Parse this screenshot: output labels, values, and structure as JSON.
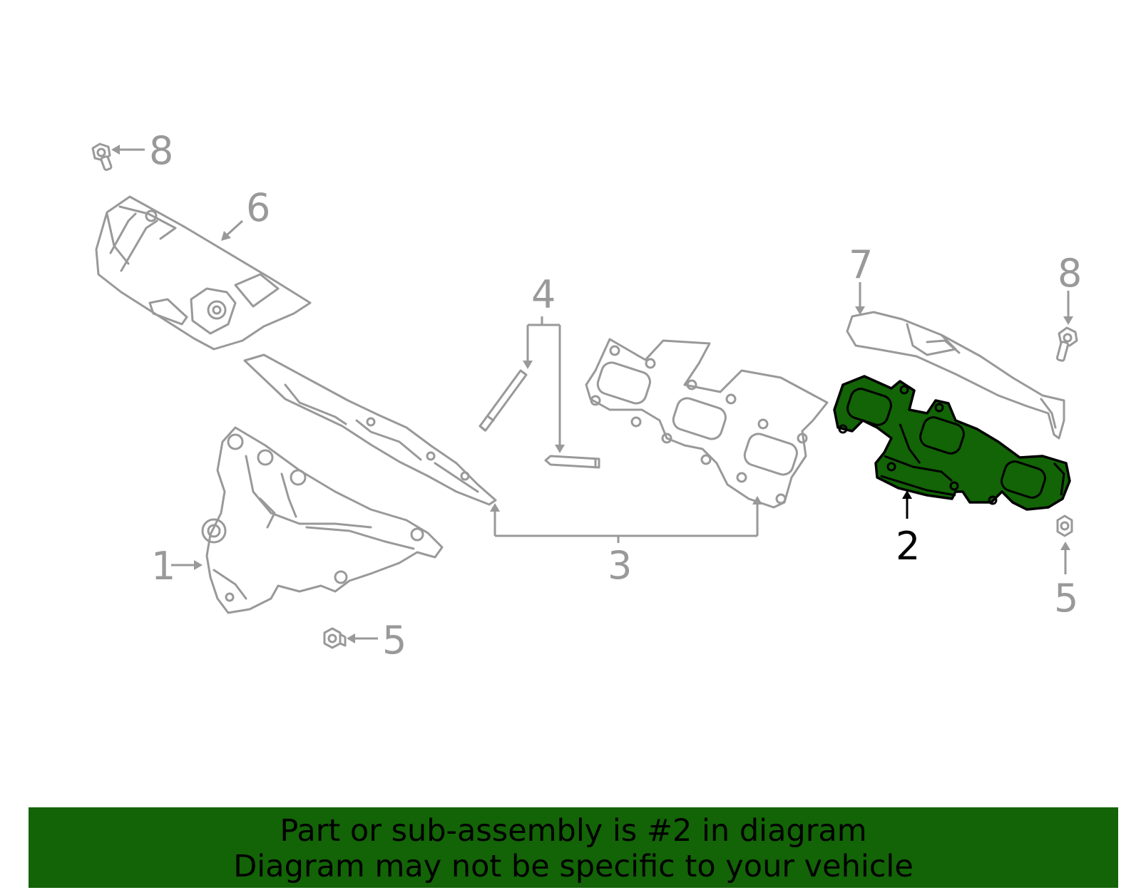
{
  "diagram": {
    "highlighted_part": "2",
    "callouts": {
      "c1": "1",
      "c2": "2",
      "c3": "3",
      "c4": "4",
      "c5_left": "5",
      "c5_right": "5",
      "c6": "6",
      "c7": "7",
      "c8_left": "8",
      "c8_right": "8"
    }
  },
  "banner": {
    "line1": "Part or sub-assembly is #2 in diagram",
    "line2": "Diagram may not be specific to your vehicle"
  },
  "colors": {
    "highlight": "#136307",
    "outline_gray": "#999999",
    "active_text": "#000000"
  }
}
